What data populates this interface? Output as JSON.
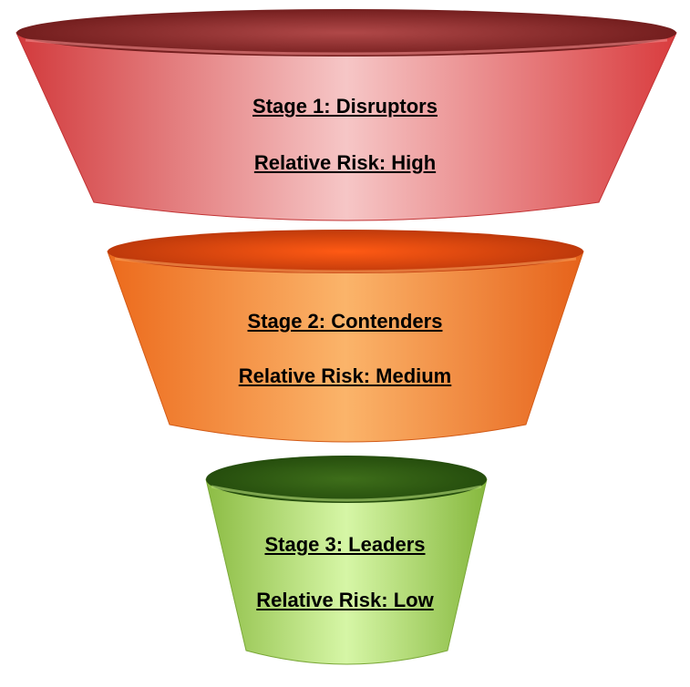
{
  "diagram": {
    "type": "funnel",
    "stages": [
      {
        "title": "Stage 1: Disruptors",
        "risk": "Relative Risk: High",
        "color": "#e0474a"
      },
      {
        "title": "Stage 2: Contenders",
        "risk": "Relative Risk: Medium",
        "color": "#f07a2a"
      },
      {
        "title": "Stage 3: Leaders",
        "risk": "Relative Risk: Low",
        "color": "#9ccc50"
      }
    ]
  }
}
